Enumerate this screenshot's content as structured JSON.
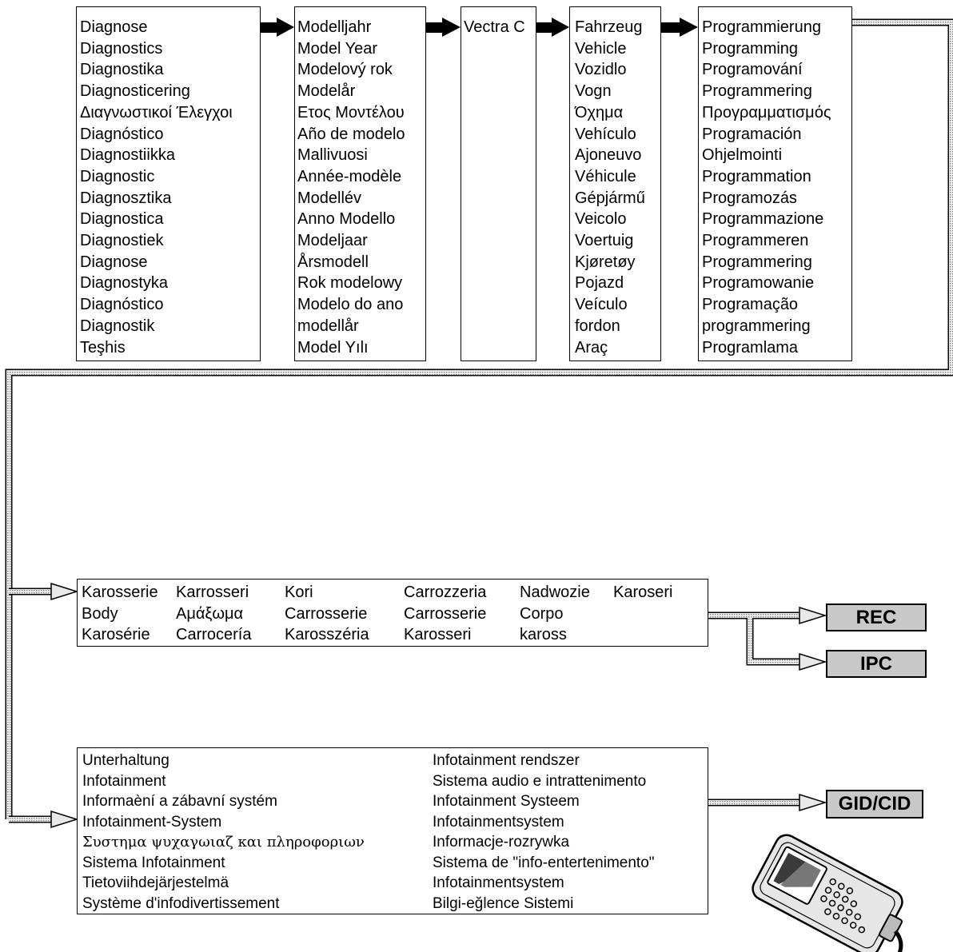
{
  "diagnose_words": [
    "Diagnose",
    "Diagnostics",
    "Diagnostika",
    "Diagnosticering",
    "Διαγνωστικοί Έλεγχοι",
    "Diagnóstico",
    "Diagnostiikka",
    "Diagnostic",
    "Diagnosztika",
    "Diagnostica",
    "Diagnostiek",
    "Diagnose",
    "Diagnostyka",
    "Diagnóstico",
    "Diagnostik",
    "Teşhis"
  ],
  "model_year_words": [
    "Modelljahr",
    "Model Year",
    "Modelový rok",
    "Modelår",
    "Ετος Μοντέλου",
    "Año de modelo",
    "Mallivuosi",
    "Année-modèle",
    "Modellév",
    "Anno Modello",
    "Modeljaar",
    "Årsmodell",
    "Rok modelowy",
    "Modelo do ano",
    "modellår",
    "Model Yılı"
  ],
  "model_name": "Vectra C",
  "vehicle_words": [
    "Fahrzeug",
    "Vehicle",
    "Vozidlo",
    "Vogn",
    "Όχημα",
    "Vehículo",
    "Ajoneuvo",
    "Véhicule",
    "Gépjármű",
    "Veicolo",
    "Voertuig",
    "Kjøretøy",
    "Pojazd",
    "Veículo",
    "fordon",
    "Araç"
  ],
  "programming_words": [
    "Programmierung",
    "Programming",
    "Programování",
    "Programmering",
    "Προγραμματισμός",
    "Programación",
    "Ohjelmointi",
    "Programmation",
    "Programozás",
    "Programmazione",
    "Programmeren",
    "Programmering",
    "Programowanie",
    "Programação",
    "programmering",
    "Programlama"
  ],
  "body_words": [
    [
      "Karosserie",
      "Body",
      "Karosérie"
    ],
    [
      "Karrosseri",
      "Αμάξωμα",
      "Carrocería"
    ],
    [
      "Kori",
      "Carrosserie",
      "Karosszéria"
    ],
    [
      "Carrozzeria",
      "Carrosserie",
      "Karosseri"
    ],
    [
      "Nadwozie",
      "Corpo",
      "kaross"
    ],
    [
      "Karoseri"
    ]
  ],
  "infotainment_left": [
    "Unterhaltung",
    "Infotainment",
    "Informaèní a zábavní systém",
    "Infotainment-System",
    "Συστημα ψυχαγωιαζ και πληροφοριων",
    "Sistema Infotainment",
    "Tietoviihdejärjestelmä",
    "Système d'infodivertissement"
  ],
  "infotainment_right": [
    "Infotainment rendszer",
    "Sistema audio e intrattenimento",
    "Infotainment Systeem",
    "Infotainmentsystem",
    "Informacje-rozrywka",
    "Sistema de \"info-entertenimento\"",
    "Infotainmentsystem",
    "Bilgi-eğlence Sistemi"
  ],
  "targets": {
    "rec": "REC",
    "ipc": "IPC",
    "gid": "GID/CID"
  },
  "icons": {
    "device": "handheld-diagnostic-tester-icon"
  }
}
